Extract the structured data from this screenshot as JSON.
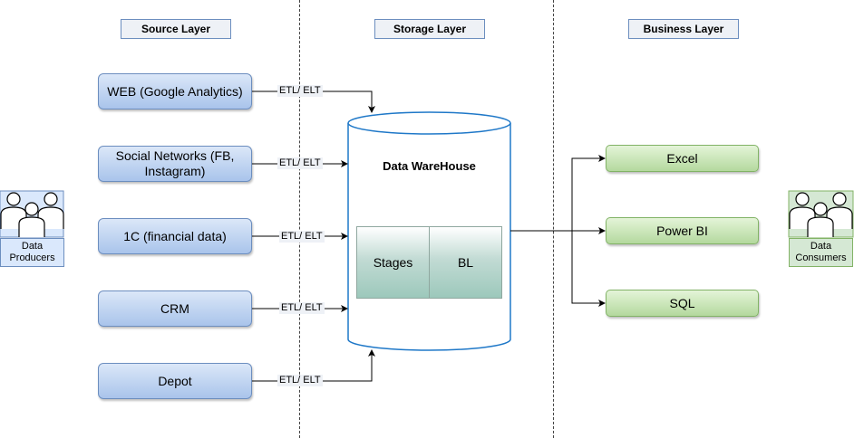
{
  "layers": {
    "source": "Source Layer",
    "storage": "Storage Layer",
    "business": "Business Layer"
  },
  "sources": [
    {
      "label": "WEB (Google Analytics)"
    },
    {
      "label": "Social Networks (FB, Instagram)"
    },
    {
      "label": "1C (financial data)"
    },
    {
      "label": "CRM"
    },
    {
      "label": "Depot"
    }
  ],
  "etl_label": "ETL/ ELT",
  "warehouse": {
    "title": "Data WareHouse",
    "stages": "Stages",
    "bl": "BL"
  },
  "business": [
    {
      "label": "Excel"
    },
    {
      "label": "Power BI"
    },
    {
      "label": "SQL"
    }
  ],
  "actors": {
    "producers": "Data Producers",
    "consumers": "Data Consumers"
  },
  "colors": {
    "source_fill": "#a9c4eb",
    "source_stroke": "#6c8ebf",
    "business_fill": "#b4d99e",
    "business_stroke": "#82b366",
    "warehouse_stroke": "#1f78c8"
  }
}
